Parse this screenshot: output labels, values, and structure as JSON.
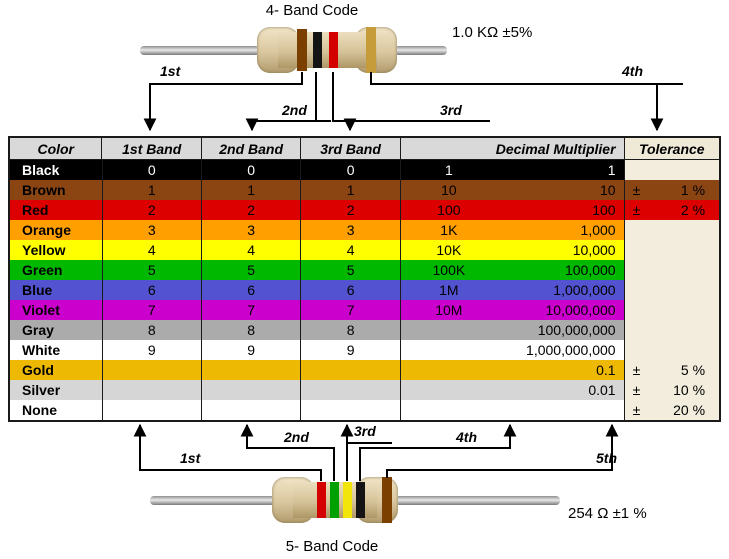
{
  "top_resistor": {
    "title": "4- Band Code",
    "value_label": "1.0 KΩ  ±5%",
    "band_colors": [
      "#7B3F00",
      "#141414",
      "#D40000",
      "#C69C3A"
    ],
    "arrow_labels": [
      "1st",
      "2nd",
      "3rd",
      "4th"
    ]
  },
  "bottom_resistor": {
    "title": "5- Band Code",
    "value_label": "254 Ω  ±1 %",
    "band_colors": [
      "#D40000",
      "#00A000",
      "#F2E50A",
      "#141414",
      "#7B3F00"
    ],
    "arrow_labels": [
      "1st",
      "2nd",
      "3rd",
      "4th",
      "5th"
    ]
  },
  "table": {
    "headers": [
      "Color",
      "1st Band",
      "2nd Band",
      "3rd Band",
      "Decimal Multiplier",
      "Tolerance"
    ],
    "rows": [
      {
        "name": "Black",
        "b1": "0",
        "b2": "0",
        "b3": "0",
        "mult_short": "1",
        "mult_full": "1",
        "tol_sign": "",
        "tol_value": "",
        "bg": "#000000",
        "fg": "#FFFFFF",
        "tol_bg": "#F2EDDC"
      },
      {
        "name": "Brown",
        "b1": "1",
        "b2": "1",
        "b3": "1",
        "mult_short": "10",
        "mult_full": "10",
        "tol_sign": "±",
        "tol_value": "1 %",
        "bg": "#8B4513",
        "fg": "#000000",
        "tol_bg": "#8B4513"
      },
      {
        "name": "Red",
        "b1": "2",
        "b2": "2",
        "b3": "2",
        "mult_short": "100",
        "mult_full": "100",
        "tol_sign": "±",
        "tol_value": "2 %",
        "bg": "#DD0000",
        "fg": "#000000",
        "tol_bg": "#DD0000"
      },
      {
        "name": "Orange",
        "b1": "3",
        "b2": "3",
        "b3": "3",
        "mult_short": "1K",
        "mult_full": "1,000",
        "tol_sign": "",
        "tol_value": "",
        "bg": "#FFA000",
        "fg": "#000000",
        "tol_bg": "#F2EDDC"
      },
      {
        "name": "Yellow",
        "b1": "4",
        "b2": "4",
        "b3": "4",
        "mult_short": "10K",
        "mult_full": "10,000",
        "tol_sign": "",
        "tol_value": "",
        "bg": "#FFFF00",
        "fg": "#000000",
        "tol_bg": "#F2EDDC"
      },
      {
        "name": "Green",
        "b1": "5",
        "b2": "5",
        "b3": "5",
        "mult_short": "100K",
        "mult_full": "100,000",
        "tol_sign": "",
        "tol_value": "",
        "bg": "#00B800",
        "fg": "#000000",
        "tol_bg": "#F2EDDC"
      },
      {
        "name": "Blue",
        "b1": "6",
        "b2": "6",
        "b3": "6",
        "mult_short": "1M",
        "mult_full": "1,000,000",
        "tol_sign": "",
        "tol_value": "",
        "bg": "#5353D1",
        "fg": "#000000",
        "tol_bg": "#F2EDDC"
      },
      {
        "name": "Violet",
        "b1": "7",
        "b2": "7",
        "b3": "7",
        "mult_short": "10M",
        "mult_full": "10,000,000",
        "tol_sign": "",
        "tol_value": "",
        "bg": "#CC00CC",
        "fg": "#000000",
        "tol_bg": "#F2EDDC"
      },
      {
        "name": "Gray",
        "b1": "8",
        "b2": "8",
        "b3": "8",
        "mult_short": "",
        "mult_full": "100,000,000",
        "tol_sign": "",
        "tol_value": "",
        "bg": "#ABABAB",
        "fg": "#000000",
        "tol_bg": "#F2EDDC"
      },
      {
        "name": "White",
        "b1": "9",
        "b2": "9",
        "b3": "9",
        "mult_short": "",
        "mult_full": "1,000,000,000",
        "tol_sign": "",
        "tol_value": "",
        "bg": "#FFFFFF",
        "fg": "#000000",
        "tol_bg": "#F2EDDC"
      },
      {
        "name": "Gold",
        "b1": "",
        "b2": "",
        "b3": "",
        "mult_short": "",
        "mult_full": "0.1",
        "tol_sign": "±",
        "tol_value": "5 %",
        "bg": "#EEB902",
        "fg": "#000000",
        "tol_bg": "#F2EDDC"
      },
      {
        "name": "Silver",
        "b1": "",
        "b2": "",
        "b3": "",
        "mult_short": "",
        "mult_full": "0.01",
        "tol_sign": "±",
        "tol_value": "10 %",
        "bg": "#D6D6D6",
        "fg": "#000000",
        "tol_bg": "#F2EDDC"
      },
      {
        "name": "None",
        "b1": "",
        "b2": "",
        "b3": "",
        "mult_short": "",
        "mult_full": "",
        "tol_sign": "±",
        "tol_value": "20 %",
        "bg": "#FFFFFF",
        "fg": "#000000",
        "tol_bg": "#F2EDDC"
      }
    ]
  }
}
